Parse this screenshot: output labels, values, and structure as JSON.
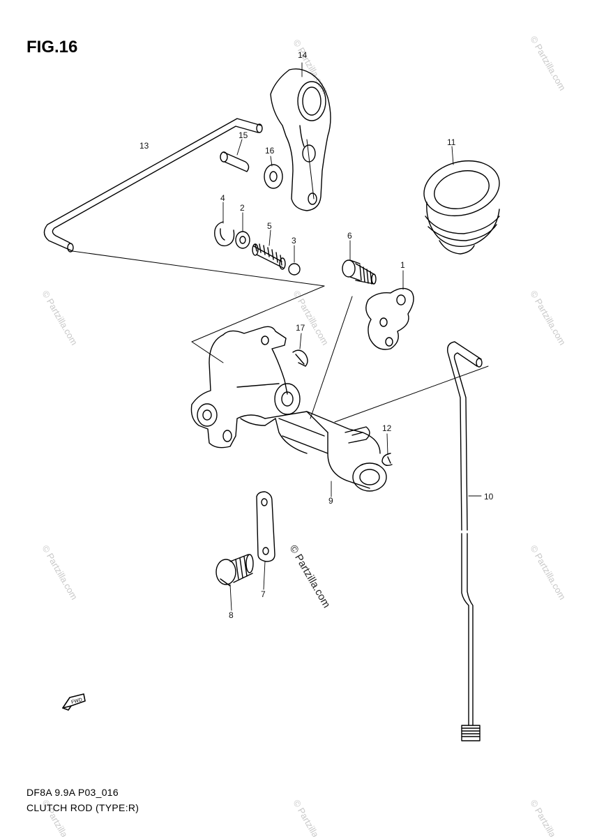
{
  "figure": {
    "title": "FIG.16",
    "footer_line1": "DF8A 9.9A P03_016",
    "footer_line2": "CLUTCH ROD (TYPE:R)"
  },
  "callouts": {
    "p1": "1",
    "p2": "2",
    "p3": "3",
    "p4": "4",
    "p5": "5",
    "p6": "6",
    "p7": "7",
    "p8": "8",
    "p9": "9",
    "p10": "10",
    "p11": "11",
    "p12": "12",
    "p13": "13",
    "p14": "14",
    "p15": "15",
    "p16": "16",
    "p17": "17"
  },
  "watermark": {
    "main": "© Partzilla.com",
    "faint": "© Partzilla.com"
  },
  "direction_arrow": {
    "label": "FWD"
  },
  "colors": {
    "line": "#000000",
    "watermark": "#c9c9c9"
  }
}
